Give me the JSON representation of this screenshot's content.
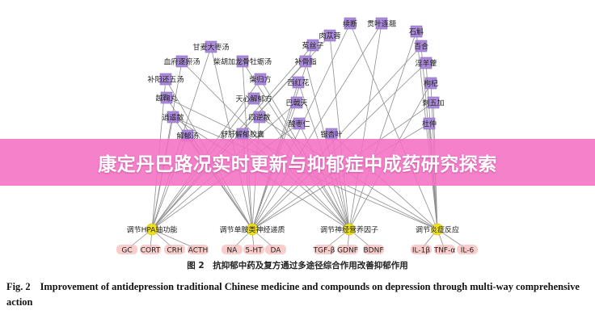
{
  "banner": {
    "title": "康定丹巴路况实时更新与抑郁症中成药研究探索"
  },
  "figure": {
    "caption_cn": "图 2　抗抑郁中药及复方通过多途径综合作用改善抑郁作用",
    "label_en": "Fig. 2",
    "caption_en": "Improvement of antidepression traditional Chinese medicine and compounds on depression through multi-way comprehensive action"
  },
  "network": {
    "colors": {
      "herb": "#a98bd9",
      "herb_edge": "#8a6cc0",
      "hub": "#f2e21a",
      "target": "#f6b8b6",
      "edge": "#8e8e8e"
    },
    "herbs": [
      {
        "id": "h1",
        "label": "甘麦大枣汤"
      },
      {
        "id": "h2",
        "label": "血府逐瘀汤"
      },
      {
        "id": "h3",
        "label": "柴胡加龙骨牡蛎汤"
      },
      {
        "id": "h4",
        "label": "补阳还五汤"
      },
      {
        "id": "h5",
        "label": "柴归方"
      },
      {
        "id": "h6",
        "label": "越鞠丸"
      },
      {
        "id": "h7",
        "label": "天心解郁方"
      },
      {
        "id": "h8",
        "label": "逍遥散"
      },
      {
        "id": "h9",
        "label": "四逆散"
      },
      {
        "id": "h10",
        "label": "解郁汤"
      },
      {
        "id": "h11",
        "label": "舒肝解郁胶囊"
      },
      {
        "id": "h12",
        "label": "肉苁蓉"
      },
      {
        "id": "h13",
        "label": "续断"
      },
      {
        "id": "h14",
        "label": "贯叶连翘"
      },
      {
        "id": "h15",
        "label": "石斛"
      },
      {
        "id": "h16",
        "label": "菟丝子"
      },
      {
        "id": "h17",
        "label": "百合"
      },
      {
        "id": "h18",
        "label": "补骨脂"
      },
      {
        "id": "h19",
        "label": "淫羊藿"
      },
      {
        "id": "h20",
        "label": "西红花"
      },
      {
        "id": "h21",
        "label": "枸杞"
      },
      {
        "id": "h22",
        "label": "巴戟天"
      },
      {
        "id": "h23",
        "label": "刺五加"
      },
      {
        "id": "h24",
        "label": "酸枣仁"
      },
      {
        "id": "h25",
        "label": "杜仲"
      },
      {
        "id": "h26",
        "label": "银杏叶"
      }
    ],
    "hubs": [
      {
        "id": "p1",
        "label": "调节HPA轴功能"
      },
      {
        "id": "p2",
        "label": "调节单胺类神经递质"
      },
      {
        "id": "p3",
        "label": "调节神经营养因子"
      },
      {
        "id": "p4",
        "label": "调节炎症反应"
      }
    ],
    "targets": [
      {
        "id": "t1",
        "label": "GC",
        "hub": "p1"
      },
      {
        "id": "t2",
        "label": "CORT",
        "hub": "p1"
      },
      {
        "id": "t3",
        "label": "CRH",
        "hub": "p1"
      },
      {
        "id": "t4",
        "label": "ACTH",
        "hub": "p1"
      },
      {
        "id": "t5",
        "label": "NA",
        "hub": "p2"
      },
      {
        "id": "t6",
        "label": "5-HT",
        "hub": "p2"
      },
      {
        "id": "t7",
        "label": "DA",
        "hub": "p2"
      },
      {
        "id": "t8",
        "label": "TGF-β",
        "hub": "p3"
      },
      {
        "id": "t9",
        "label": "GDNF",
        "hub": "p3"
      },
      {
        "id": "t10",
        "label": "BDNF",
        "hub": "p3"
      },
      {
        "id": "t11",
        "label": "IL-1β",
        "hub": "p4"
      },
      {
        "id": "t12",
        "label": "TNF-α",
        "hub": "p4"
      },
      {
        "id": "t13",
        "label": "IL-6",
        "hub": "p4"
      }
    ],
    "links": [
      [
        "h1",
        "p1"
      ],
      [
        "h1",
        "p2"
      ],
      [
        "h2",
        "p1"
      ],
      [
        "h2",
        "p3"
      ],
      [
        "h3",
        "p2"
      ],
      [
        "h3",
        "p3"
      ],
      [
        "h4",
        "p1"
      ],
      [
        "h4",
        "p2"
      ],
      [
        "h5",
        "p1"
      ],
      [
        "h5",
        "p3"
      ],
      [
        "h6",
        "p2"
      ],
      [
        "h6",
        "p4"
      ],
      [
        "h7",
        "p1"
      ],
      [
        "h7",
        "p3"
      ],
      [
        "h8",
        "p1"
      ],
      [
        "h8",
        "p2"
      ],
      [
        "h8",
        "p3"
      ],
      [
        "h8",
        "p4"
      ],
      [
        "h9",
        "p2"
      ],
      [
        "h9",
        "p4"
      ],
      [
        "h10",
        "p1"
      ],
      [
        "h10",
        "p2"
      ],
      [
        "h11",
        "p2"
      ],
      [
        "h11",
        "p3"
      ],
      [
        "h12",
        "p1"
      ],
      [
        "h12",
        "p3"
      ],
      [
        "h13",
        "p2"
      ],
      [
        "h13",
        "p4"
      ],
      [
        "h14",
        "p2"
      ],
      [
        "h14",
        "p3"
      ],
      [
        "h15",
        "p3"
      ],
      [
        "h15",
        "p4"
      ],
      [
        "h16",
        "p1"
      ],
      [
        "h16",
        "p2"
      ],
      [
        "h17",
        "p2"
      ],
      [
        "h17",
        "p4"
      ],
      [
        "h18",
        "p1"
      ],
      [
        "h18",
        "p3"
      ],
      [
        "h19",
        "p2"
      ],
      [
        "h19",
        "p4"
      ],
      [
        "h20",
        "p2"
      ],
      [
        "h20",
        "p3"
      ],
      [
        "h21",
        "p3"
      ],
      [
        "h21",
        "p4"
      ],
      [
        "h22",
        "p1"
      ],
      [
        "h22",
        "p2"
      ],
      [
        "h23",
        "p2"
      ],
      [
        "h23",
        "p4"
      ],
      [
        "h24",
        "p1"
      ],
      [
        "h24",
        "p3"
      ],
      [
        "h25",
        "p2"
      ],
      [
        "h25",
        "p4"
      ],
      [
        "h26",
        "p3"
      ],
      [
        "h26",
        "p4"
      ]
    ]
  }
}
